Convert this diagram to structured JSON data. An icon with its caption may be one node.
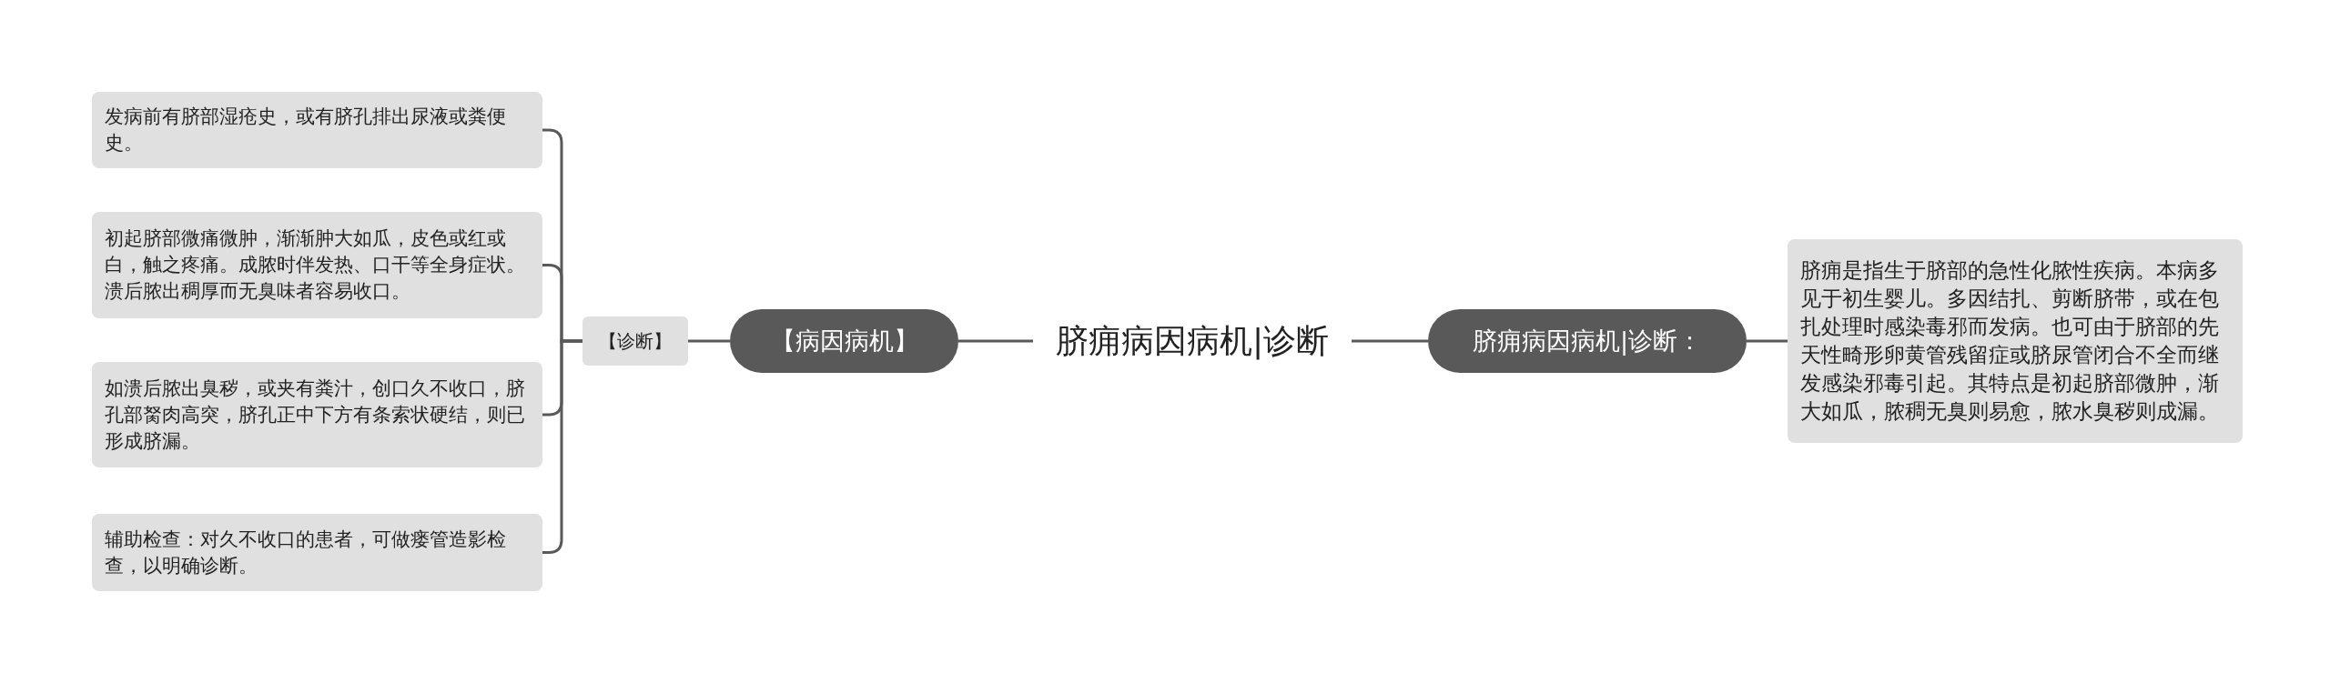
{
  "diagram": {
    "nodes": [
      {
        "text": [
          "脐痈病因病机|诊断"
        ]
      },
      {
        "text": [
          "【病因病机】"
        ]
      },
      {
        "text": [
          "【诊断】"
        ]
      },
      {
        "text": [
          "发病前有脐部湿疮史，或有脐孔排出尿液或粪便史。"
        ]
      },
      {
        "text": [
          "初起脐部微痛微肿，渐渐肿大如瓜，皮色或红或白，触之疼痛。成脓时伴发热、口干等全身症状。溃后脓出稠厚而无臭味者容易收口。"
        ]
      },
      {
        "text": [
          "如溃后脓出臭秽，或夹有粪汁，创口久不收口，脐孔部胬肉高突，脐孔正中下方有条索状硬结，则已形成脐漏。"
        ]
      },
      {
        "text": [
          "辅助检查：对久不收口的患者，可做瘘管造影检查，以明确诊断。"
        ]
      },
      {
        "text": [
          "脐痈病因病机|诊断："
        ]
      },
      {
        "text": [
          "脐痈是指生于脐部的急性化脓性疾病。本病多见于初生婴儿。多因结扎、剪断脐带，或在包扎处理时感染毒邪而发病。也可由于脐部的先天性畸形卵黄管残留症或脐尿管闭合不全而继发感染邪毒引起。其特点是初起脐部微肿，渐大如瓜，脓稠无臭则易愈，脓水臭秽则成漏。"
        ]
      }
    ],
    "edges": [
      {
        "from": 0,
        "to": 1,
        "arrow": "none"
      },
      {
        "from": 1,
        "to": 2,
        "arrow": "none"
      },
      {
        "from": 2,
        "to": 3,
        "arrow": "none"
      },
      {
        "from": 2,
        "to": 4,
        "arrow": "none"
      },
      {
        "from": 2,
        "to": 5,
        "arrow": "none"
      },
      {
        "from": 2,
        "to": 6,
        "arrow": "none"
      },
      {
        "from": 0,
        "to": 7,
        "arrow": "none"
      },
      {
        "from": 7,
        "to": 8,
        "arrow": "none"
      }
    ]
  }
}
